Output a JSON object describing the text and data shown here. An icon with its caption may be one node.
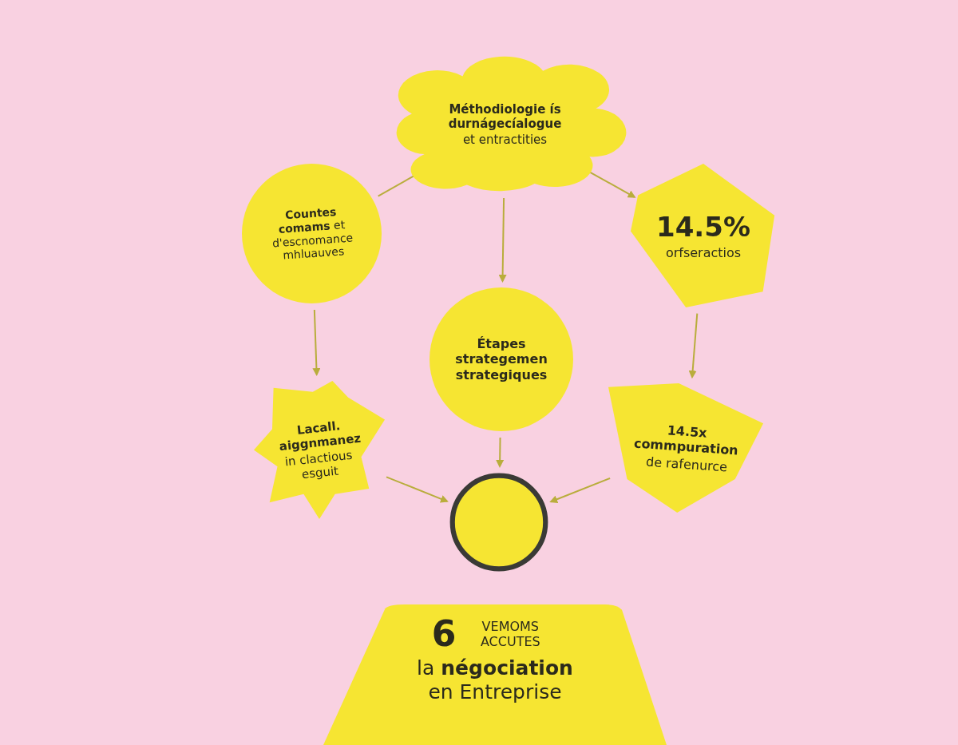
{
  "diagram": {
    "nodes": [
      {
        "text": [
          "Méthodiologie ís durnágecíalogue",
          "et entractities"
        ]
      },
      {
        "text": [
          "**Countes comams** et d'escnomance mhluauves"
        ]
      },
      {
        "text": [
          "14.5%",
          "orfseractios"
        ]
      },
      {
        "text": [
          "Étapes strategemen strategiques"
        ]
      },
      {
        "text": [
          "Lacall. aiggnmanez",
          "in clactious esguit"
        ]
      },
      {
        "text": [
          "14.5x commpuration",
          "de rafenurce"
        ]
      },
      {
        "text": [],
        "shape": "circle"
      },
      {
        "text": [
          "6",
          "VEMOMS ACCUTES",
          "la **négociation** en Entreprise"
        ]
      }
    ],
    "edges": [
      {
        "from": 0,
        "to": 1,
        "arrow": "none"
      },
      {
        "from": 0,
        "to": 2,
        "arrow": "to"
      },
      {
        "from": 0,
        "to": 3,
        "arrow": "to"
      },
      {
        "from": 1,
        "to": 4,
        "arrow": "to"
      },
      {
        "from": 2,
        "to": 5,
        "arrow": "to"
      },
      {
        "from": 3,
        "to": 6,
        "arrow": "to"
      },
      {
        "from": 4,
        "to": 6,
        "arrow": "to"
      },
      {
        "from": 5,
        "to": 6,
        "arrow": "to"
      }
    ]
  }
}
